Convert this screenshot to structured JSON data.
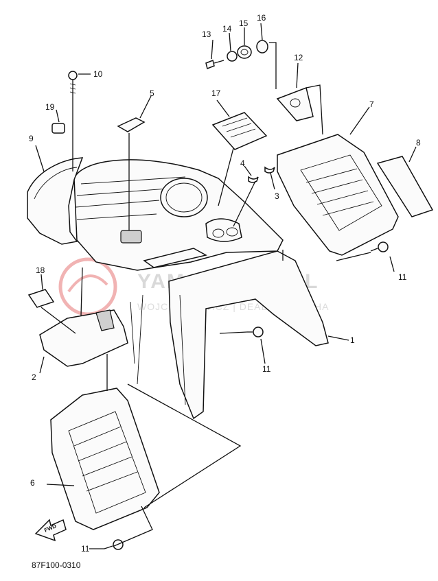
{
  "diagram": {
    "callouts": [
      {
        "id": "c1",
        "label": "1"
      },
      {
        "id": "c2",
        "label": "2"
      },
      {
        "id": "c3",
        "label": "3"
      },
      {
        "id": "c4",
        "label": "4"
      },
      {
        "id": "c5",
        "label": "5"
      },
      {
        "id": "c6",
        "label": "6"
      },
      {
        "id": "c7",
        "label": "7"
      },
      {
        "id": "c8",
        "label": "8"
      },
      {
        "id": "c9",
        "label": "9"
      },
      {
        "id": "c10",
        "label": "10"
      },
      {
        "id": "c11a",
        "label": "11"
      },
      {
        "id": "c11b",
        "label": "11"
      },
      {
        "id": "c11c",
        "label": "11"
      },
      {
        "id": "c12",
        "label": "12"
      },
      {
        "id": "c13",
        "label": "13"
      },
      {
        "id": "c14",
        "label": "14"
      },
      {
        "id": "c15",
        "label": "15"
      },
      {
        "id": "c16",
        "label": "16"
      },
      {
        "id": "c17",
        "label": "17"
      },
      {
        "id": "c18",
        "label": "18"
      },
      {
        "id": "c19",
        "label": "19"
      }
    ],
    "direction_arrow": "FWD",
    "drawing_code": "87F100-0310"
  },
  "watermark": {
    "brand": "YAMA-SKLEP.PL",
    "subtitle": "WOJCIECHOWICZ | DEALER YAMAHA"
  },
  "colors": {
    "ink": "#111111",
    "paper": "#ffffff",
    "watermark_logo": "#f1b3b3",
    "watermark_text": "#d9d9d9"
  }
}
